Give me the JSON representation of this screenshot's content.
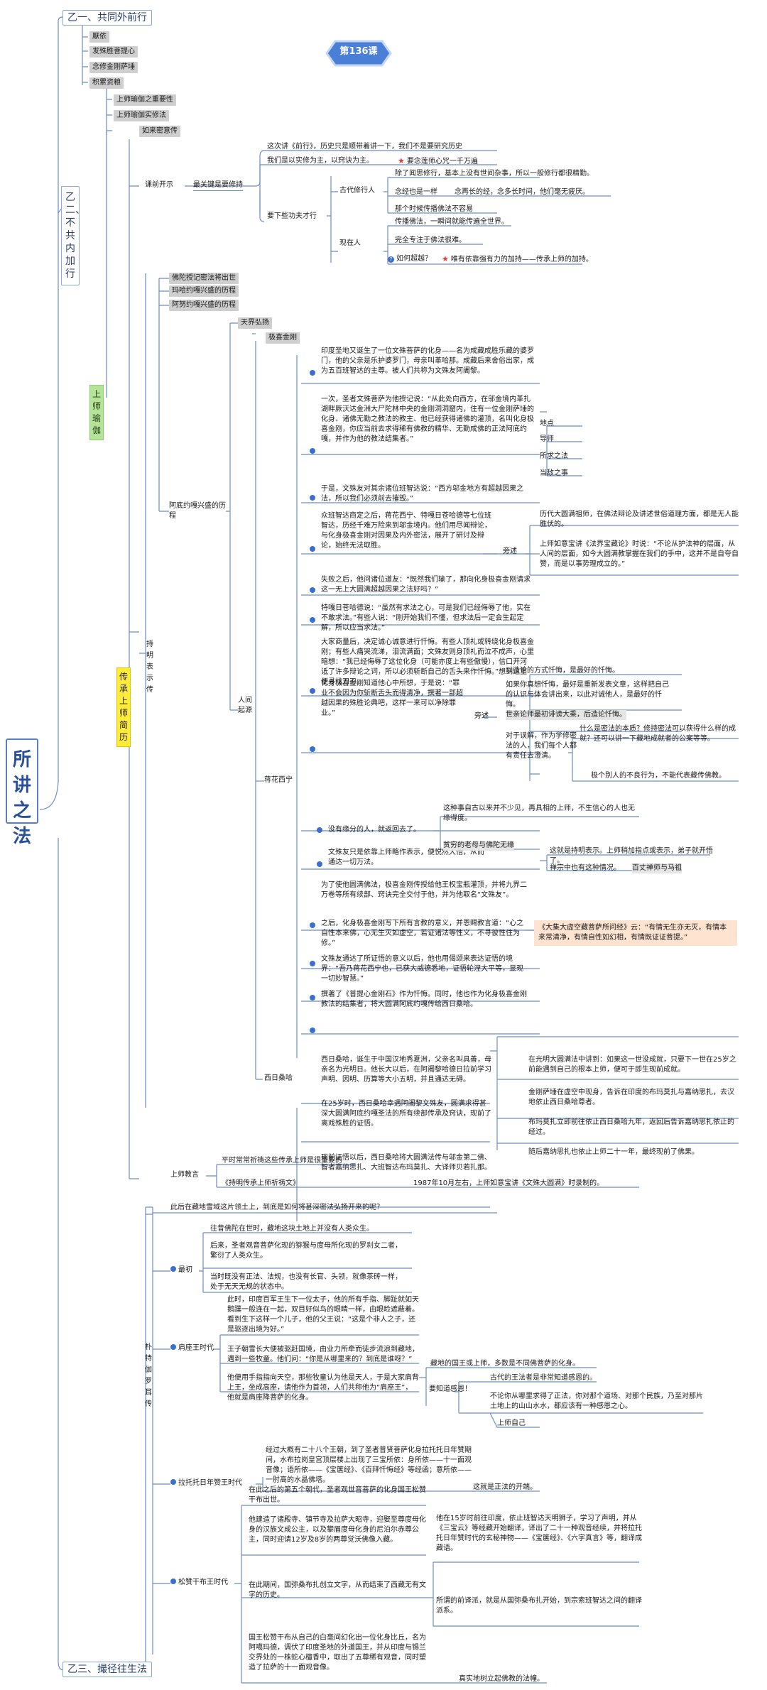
{
  "root": "所讲之法",
  "title": "第136课",
  "colors": {
    "accent": "#5a7fc0",
    "line": "#6b8ccc",
    "title_bg": "#4a7fd8",
    "yellow": "#ffeb3b",
    "green": "#b6e39a",
    "quote": "#fde3d0"
  },
  "top_branch": "乙一、共同外前行",
  "bottom_branch": "乙三、撮径往生法",
  "left_branch": "乙二、不共内加行",
  "topics": [
    "厭依",
    "发殊胜菩提心",
    "念修金刚萨埵",
    "积累资粮"
  ],
  "sub_topics": [
    "上师瑜伽之重要性",
    "上师瑜伽实修法",
    "如来密意传"
  ],
  "green_label": "上师瑜伽",
  "yellow_label": "传承上师简历",
  "kaiqian": {
    "label": "课前开示",
    "key": "最关键是要修持",
    "lines": [
      "这次讲《前行》，历史只是顺带着讲一下，我们不是要研究历史",
      "我们是以实修为主，以窍诀为主。",
      "要念莲师心咒一千万遍"
    ],
    "xia_gongfu": "要下些功夫才行",
    "gudai": "古代修行人",
    "gudai_items": [
      "除了闻思修行，基本上没有世间杂事，所以一般修行都很精勤。",
      "念经也是一样",
      "念再长的经，念多长时间，他们毫无疲厌。",
      "那个时候传播佛法不容易"
    ],
    "xianzai": "现在人",
    "xianzai_items": [
      "传播佛法，一瞬间就能传遍全世界。",
      "完全专注于佛法很难。",
      "如何超越？",
      "唯有依靠强有力的加持——传承上师的加持。"
    ]
  },
  "chuancheng": "持明表示传",
  "lineage": [
    "佛陀授记密法将出世",
    "玛哈约嘎兴盛的历程",
    "阿努约嘎兴盛的历程"
  ],
  "atiyoga": "阿底约嘎兴盛的历程",
  "tianjie": "天界弘扬",
  "renjian": "人间起源",
  "jixi": "极喜金刚",
  "manjushri_friend": "蒋花西宁",
  "xirisanha": "西日桑哈",
  "jixi_items": [
    "印度圣地又诞生了一位文殊菩萨的化身——名为成藏成胜乐藏的婆罗门，他的父亲是乐护婆罗门，母亲叫革哈那。成藏后来舍俗出家，成为五百班智达的主尊。被人们共称为文殊友阿阇黎。",
    "一次，圣者文殊菩萨为他授记说：“从此处向西方，在邬金境内革扎湖畔厥沃达金洲大尸陀林中央的金刚洞洞窟内，住有一位金刚萨埵的化身、诸佛无勤之教法的教主、他已经获得诸佛的灌顶，名叫化身极喜金刚，你应当前去求得稀有佛教的精华、无勤成佛的正法阿底约嘎，并作为他的教法结集者。”",
    "于是，文殊友对其余诸位班智达说：“西方邬金地方有超越因果之法，所以我们必须前去摧毁。”",
    "众班智达商定之后，蒋花西宁、特嘎日苍哈德等七位班智达，历经千难万险来到邬金境内。他们用尽闻辩论，与化身极喜金刚对因果及内外密法，展开了研讨及辩论，始终无法取胜。",
    "失败之后，他问诸位道友：“既然我们输了，那向化身极喜金刚请求这一无上大圆满超越因果之法好吗？”",
    "特嘎日苍哈德说：“虽然有求法之心，可是我们已经侮辱了他，实在不敢求法。”有些人说：“刚开始我们不懂，但求法后一定会生起定解，所以应当求法。”",
    "大家商量后，决定诚心诚意进行忏悔。有些人顶礼或转绕化身极喜金刚；有些人痛哭流涕，泪流满面；文殊友则身顶礼而泣不成声，心里暗想：“我已经侮辱了这位化身（可能亦度上有些傲慢），信口开河诋了许多辩论之词，所以必须斩断自己的舌头来作忏悔。”想到这里便寻找刀刃。",
    "化身极喜金刚知道他心中所想，于是说：“罪业不会因为你斩断舌头而得清净，撰著一部超越因果的殊胜论典吧，这样一来可以净除罪业。”",
    "没有缘分的人，就返回去了。",
    "文殊友只是依靠上师略作表示，便悦然大悟，从而通达一切万法。",
    "为了使他圆满佛法，极喜金刚传授给他王权宝瓶灌顶，并将九界二万卷等所有续部、窍诀完全交付于他，并为他取名“文殊友”。",
    "之后，化身极喜金刚写下所有言教的意义，并恩赐教言道：“心之自性本来佛，心无生灭如虚空，若证诸法等性义，不寻彼性住为修。”",
    "文殊友通达了所证悟的意义以后，他也用偈颂来表达证悟的境界：“吾乃蒋花西宁也，已获大威德悉地，证悟轮涅大平等，显现一切妙智慧。”",
    "撰著了《普提心金刚石》作为忏悔。同时，他也作为化身极喜金刚教法的结集者，将大圆满阿底约嘎传给西日桑哈。"
  ],
  "side_right_1": [
    "地点",
    "导师",
    "所求之法",
    "当敌之事"
  ],
  "pangshu": "旁述",
  "pangshu_1": [
    "历代大圆满祖师，在佛法辩论及讲述世俗道理方面，都是无人能胜伏的。",
    "上师如意宝讲《法界宝藏论》时说：“不论从护法神的层面，从人间的层面，如今大圆满教掌握在我们的手中，这并不是自夸自赞，而是以事势理成立的。”"
  ],
  "pangshu_2_lead": "以造论的方式忏悔，是最好的忏悔。",
  "pangshu_2": [
    "如果你真想忏悔，最好是重新发表文章，这样把自己的认识与体会讲出来，以此对诚他人，是最好的忏悔。",
    "世亲论师最初诽谤大乘，后造论忏悔。",
    "对于误解，作为学修密法的人，我们每个人都有责任去澄清。",
    "什么是密法的本质？修持密法可以获得什么样的成就？还可以讲一下藏地成就者的公案等等。",
    "极个别人的不良行为，不能代表藏传佛教。"
  ],
  "yuanfen": [
    "这种事自古以来并不少见，再具相的上师，不生信心的人也无缘得度。",
    "贫穷的老母与佛陀无缘"
  ],
  "biaoshi": [
    "这就是持明表示。上师稍加指点或表示，弟子就开悟了。",
    "禅宗中也有这种情况。",
    "百丈禅师与马祖"
  ],
  "quote": "《大集大虚空藏菩萨所问经》云：“有情无生亦无灭，有情本来常清净，有情自性如幻相，有情既证证菩提。”",
  "xiri_items": [
    "西日桑哈，诞生于中国汉地秀夏洲，父亲名叫具善，母亲名为光明日。他长大以后，在阿阇黎哈德日拉前学习声明、因明、历算等大小五明，并且通达无碍。",
    "在25岁时，西日桑哈幸遇阿阇黎文殊友，圆满求得甚深大圆满阿底约嘎圣法的所有续部传承及窍诀，现前了离戏殊胜的证悟。",
    "现前证悟以后，西日桑哈将大圆满法传与邬金第二佛、智者嘉纳思扎、大班智达布玛莫扎、大译师贝若扎那。"
  ],
  "xiri_side": [
    "在光明大圆满法中讲到：如果这一世没成就，只要下一世在25岁之前能遇到自己的根本上师，便可于即生现前成就。",
    "金刚萨埵在虚空中现身，告诉在印度的布玛莫扎与嘉纳思扎，去汉地依止西日桑哈尊者。",
    "布玛莫扎立即前往依止西日桑哈九年，返回后告诉嘉纳思扎依止的经过。",
    "随后嘉纳思扎也依止上师二十一年，最终现前了佛果。"
  ],
  "jiaoyan": "上师教言",
  "jiaoyan_items": [
    "平时常常祈祷这些传承上师是很重要的",
    "《持明传承上师祈祷文》",
    "1987年10月左右，上师如意宝讲《文殊大圆满》时录制的。"
  ],
  "puti": "朴特伽罗耳传",
  "puti_q": "此后在藏地雪域这片领土上，到底是如何将甚深密法弘扬开来的呢？",
  "zuichu": "最初",
  "zuichu_items": [
    "往昔佛陀在世时，藏地这块土地上并没有人类众生。",
    "后来，圣者观音菩萨化现的猕猴与度母所化现的罗刹女二者，繁衍了人类众生。",
    "当时既没有正法、法规，也没有长官、头领，就像茶砖一样，处于无天无规的状态中。"
  ],
  "nieqi": "肩座王时代",
  "nieqi_items": [
    "此时，印度百军王生下一位太子，他的所有手指、脚趾就如天鹅蹼一般连在一起，双目好似鸟的眼睛一样，由眼睑遮蔽着。看到生下这样一个儿子，他的父王说：“这是个非人之子，还是驱逐出境为好。”",
    "王子朝雪长大便被驱赶国境，由业力所牵而徒步流浪到藏地，遇到一些牧童。他们问：“你是从哪里来的？到底是谁呀？”",
    "他便用手指指向天空，那些牧童认为他是天人，于是大家肩背上王，坐成高座，请他作为首领，人们共称他为“肩座王”，他就是肩座降菩萨的化身。"
  ],
  "nieqi_side": [
    "藏地的国王或上师，多数是不同佛菩萨的化身。",
    "要知道感恩！",
    "古代的王法者是非常知道感恩的。",
    "不论你从哪里求得了正法，你对那个道场、对那个民族，乃至对那片土地上的山山水水，都应该有一种感恩之心。",
    "上师自己"
  ],
  "lato": "拉托托日年赞王时代",
  "lato_item": "经过大概有二十八个王朝，到了圣者普贤菩萨化身拉托托日年赞期间，水布拉岗皇宫顶层楼上出现了三宝所依：身所依——十一面观音像；语所依——《宝箧经》、《百拜忏悔经》等经函；意所依——一肘高的水晶佛塔。",
  "lato_note": "这就是正法的开端。",
  "songzan": "松赞干布王时代",
  "songzan_items": [
    "在此之后的第五个朝代，圣者观世音菩萨的化身国王松赞干布出世。",
    "他建造了诸殿寺、镇节寺及拉萨大昭寺，迎娶至尊度母化身的汉族文成公主，以及攀眉度母化身的尼泊尔赤尊公主，同时迎请12岁及8岁的两尊觉沃佛像入藏。",
    "在此期间，国弥桑布扎创立文字，从而结束了西藏无有文字的历史。",
    "国王松赞干布从自己的白毫间幻化出一位化身比丘，名为阿噶玛德，调伏了印度圣地的外道国王，并从印度与锡兰交界处的一株蛇心檀香中，取出了五尊稀有观音，同时塑造了拉萨的十一面观音像。"
  ],
  "songzan_side": [
    "他在15岁时前往印度，依止班智达天明狮子，学习了声明，并从《三宝云》等经藏开始翻译，译出了二十一种观音经续，并将拉托托日年赞时代的玄秘神物——《宝箧经》、《六字真言》等，翻译成藏语。",
    "所谓的前译派，就是从国弥桑布扎开始，到宗索班智达之间的翻译派系。"
  ],
  "songzan_note": "真实地树立起佛教的法幢。"
}
